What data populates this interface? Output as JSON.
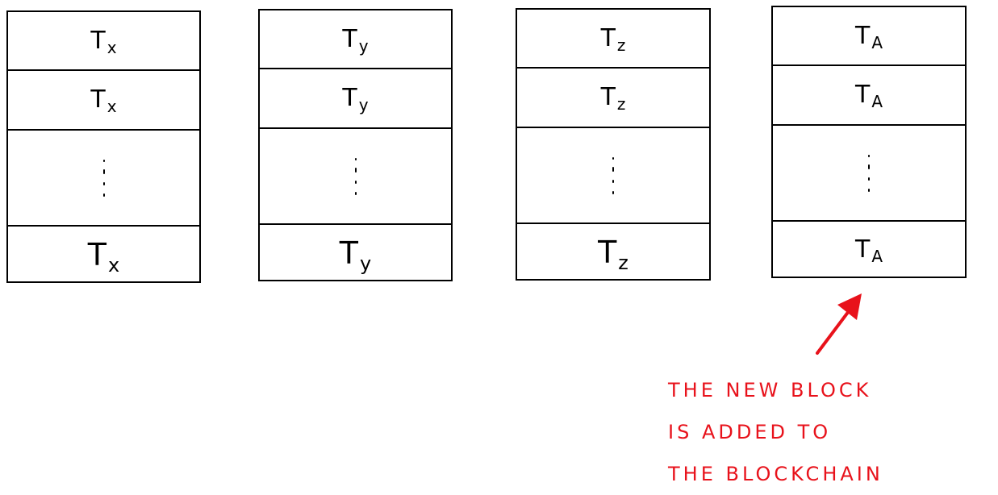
{
  "blocks": [
    {
      "label_prefix": "T",
      "cells": [
        {
          "sub": "x"
        },
        {
          "sub": "x"
        },
        {
          "sub": "x"
        }
      ]
    },
    {
      "label_prefix": "T",
      "cells": [
        {
          "sub": "y"
        },
        {
          "sub": "y"
        },
        {
          "sub": "y"
        }
      ]
    },
    {
      "label_prefix": "T",
      "cells": [
        {
          "sub": "z"
        },
        {
          "sub": "z"
        },
        {
          "sub": "z"
        }
      ]
    },
    {
      "label_prefix": "T",
      "cells": [
        {
          "sub": "A"
        },
        {
          "sub": "A"
        },
        {
          "sub": "A"
        }
      ]
    }
  ],
  "annotation": {
    "lines": [
      "THE NEW BLOCK",
      "IS ADDED TO",
      "THE BLOCKCHAIN"
    ],
    "color": "#e8121b"
  }
}
